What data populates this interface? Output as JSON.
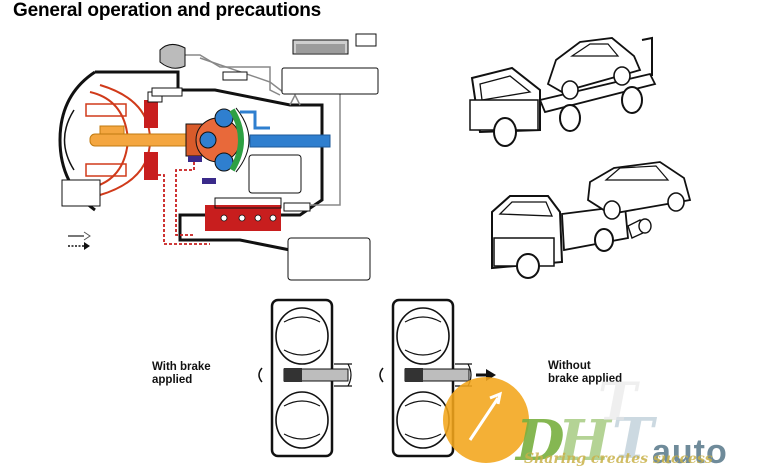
{
  "page": {
    "title": "General operation and precautions"
  },
  "labels": {
    "with_brake_line1": "With brake",
    "with_brake_line2": "applied",
    "without_brake_line1": "Without",
    "without_brake_line2": "brake applied"
  },
  "watermark": {
    "brand": "auto",
    "slogan": "Sharing creates success"
  },
  "colors": {
    "converter_red": "#d03a1a",
    "shaft_orange": "#f4a640",
    "gear_blue": "#2f7fcf",
    "clutch_green": "#2ea043",
    "valve_body_red": "#c81e1e",
    "oil_line_purple": "#3a2a8a",
    "watermark_orange": "#f2a51a",
    "watermark_green": "#78b040"
  }
}
